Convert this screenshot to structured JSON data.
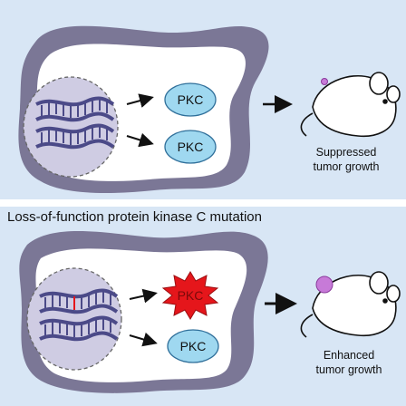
{
  "top_panel": {
    "proteins": [
      "PKC",
      "PKC"
    ],
    "outcome": [
      "Suppressed",
      "tumor growth"
    ]
  },
  "bottom_panel": {
    "heading": "Loss-of-function protein kinase C mutation",
    "proteins": [
      "PKC",
      "PKC"
    ],
    "outcome": [
      "Enhanced",
      "tumor growth"
    ]
  },
  "colors": {
    "panel_bg": "#d8e6f5",
    "cell_fill": "#7b7796",
    "cytoplasm": "#ffffff",
    "nucleus": "#cfcce3",
    "dna": "#4b4a88",
    "pkc_fill": "#9fd8f0",
    "mutant_pkc": "#e5161b",
    "tumor": "#c77ad8"
  },
  "icons": [
    "cell-icon",
    "nucleus-icon",
    "dna-icon",
    "mouse-icon",
    "arrow-icon",
    "starburst-icon"
  ]
}
